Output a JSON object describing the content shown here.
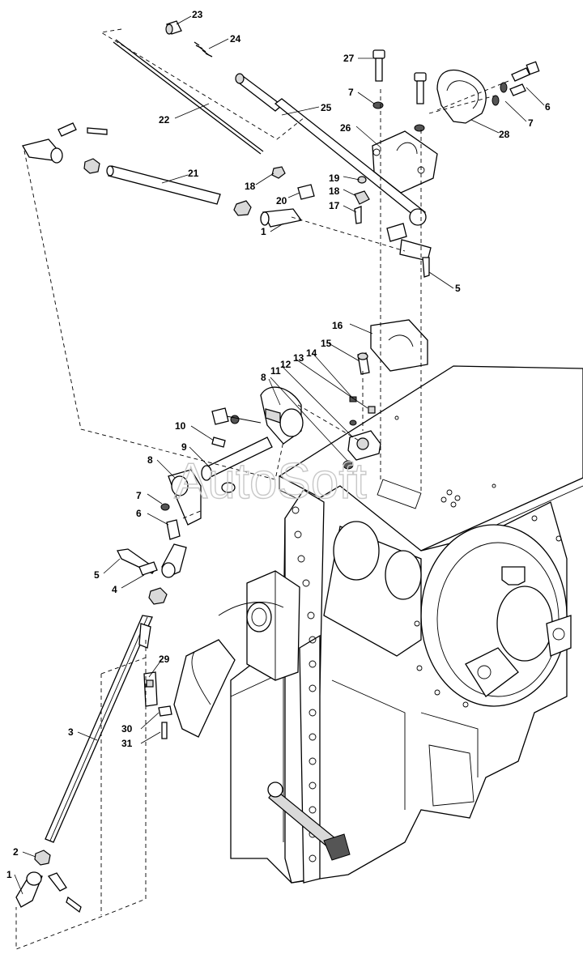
{
  "watermark": "AutoSoft",
  "callouts": {
    "c1_top": "1",
    "c1_bottom": "1",
    "c2": "2",
    "c3": "3",
    "c4": "4",
    "c5_top": "5",
    "c5_left": "5",
    "c6_right": "6",
    "c6_left": "6",
    "c7_top": "7",
    "c7_right": "7",
    "c7_left": "7",
    "c8_center": "8",
    "c8_left": "8",
    "c9": "9",
    "c10": "10",
    "c11": "11",
    "c12": "12",
    "c13": "13",
    "c14": "14",
    "c15": "15",
    "c16": "16",
    "c17": "17",
    "c18_left": "18",
    "c18_right": "18",
    "c19": "19",
    "c20": "20",
    "c21": "21",
    "c22": "22",
    "c23": "23",
    "c24": "24",
    "c25": "25",
    "c26": "26",
    "c27": "27",
    "c28": "28",
    "c29": "29",
    "c30": "30",
    "c31": "31"
  }
}
